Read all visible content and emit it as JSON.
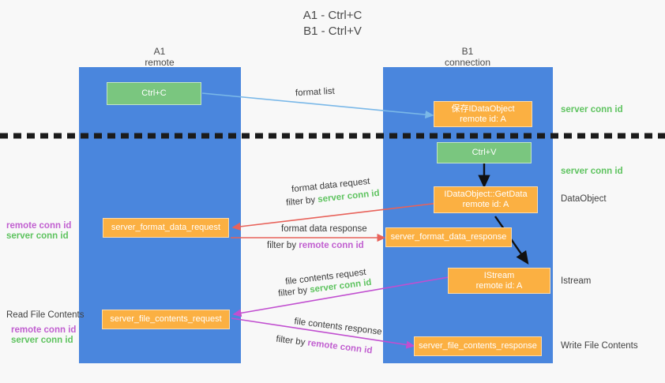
{
  "title": {
    "line1": "A1 - Ctrl+C",
    "line2": "B1 - Ctrl+V"
  },
  "lanes": [
    {
      "id": "a1",
      "name": "A1",
      "role": "remote",
      "color": "#4a86dd"
    },
    {
      "id": "b1",
      "name": "B1",
      "role": "connection",
      "color": "#4a86dd"
    }
  ],
  "boxes": {
    "ctrl_c": {
      "label": "Ctrl+C",
      "color": "#7ac67f"
    },
    "ctrl_v": {
      "label": "Ctrl+V",
      "color": "#7ac67f"
    },
    "save_idataobject": {
      "label": "保存IDataObject",
      "sub": "remote id: A",
      "color": "#fbb042"
    },
    "getdata": {
      "label": "IDataObject::GetData",
      "sub": "remote id: A",
      "color": "#fbb042"
    },
    "istream": {
      "label": "IStream",
      "sub": "remote id: A",
      "color": "#fbb042"
    },
    "format_data_request": {
      "label": "server_format_data_request",
      "color": "#fbb042"
    },
    "format_data_response": {
      "label": "server_format_data_response",
      "color": "#fbb042"
    },
    "file_contents_request": {
      "label": "server_file_contents_request",
      "color": "#fbb042"
    },
    "file_contents_response": {
      "label": "server_file_contents_response",
      "color": "#fbb042"
    }
  },
  "annotations": {
    "server_conn_id_top": "server conn id",
    "server_conn_id_second": "server conn id",
    "dataobject": "DataObject",
    "istream": "Istream",
    "write_file_contents": "Write File Contents",
    "read_file_contents": "Read File Contents",
    "left_remote_conn_id_1": "remote conn id",
    "left_server_conn_id_1": "server conn id",
    "left_remote_conn_id_2": "remote conn id",
    "left_server_conn_id_2": "server conn id"
  },
  "arrow_labels": {
    "format_list": "format list",
    "format_data_request": "format data request",
    "format_data_request_filter_prefix": "filter by ",
    "format_data_request_filter_key": "server conn id",
    "format_data_response": "format data response",
    "format_data_response_filter_prefix": "filter by ",
    "format_data_response_filter_key": "remote conn id",
    "file_contents_request": "file contents request",
    "file_contents_request_filter_prefix": "filter by ",
    "file_contents_request_filter_key": "server conn id",
    "file_contents_response": "file contents response",
    "file_contents_response_filter_prefix": "filter by ",
    "file_contents_response_filter_key": "remote conn id"
  },
  "colors": {
    "lane_blue": "#4a86dd",
    "green": "#7ac67f",
    "orange": "#fbb042",
    "green_text": "#5ec35f",
    "purple_text": "#c15fd0",
    "arrow_light_blue": "#7ab8e8",
    "arrow_red": "#e8625a",
    "arrow_magenta": "#c14fd0",
    "arrow_black": "#000000",
    "background": "#f8f8f8"
  }
}
